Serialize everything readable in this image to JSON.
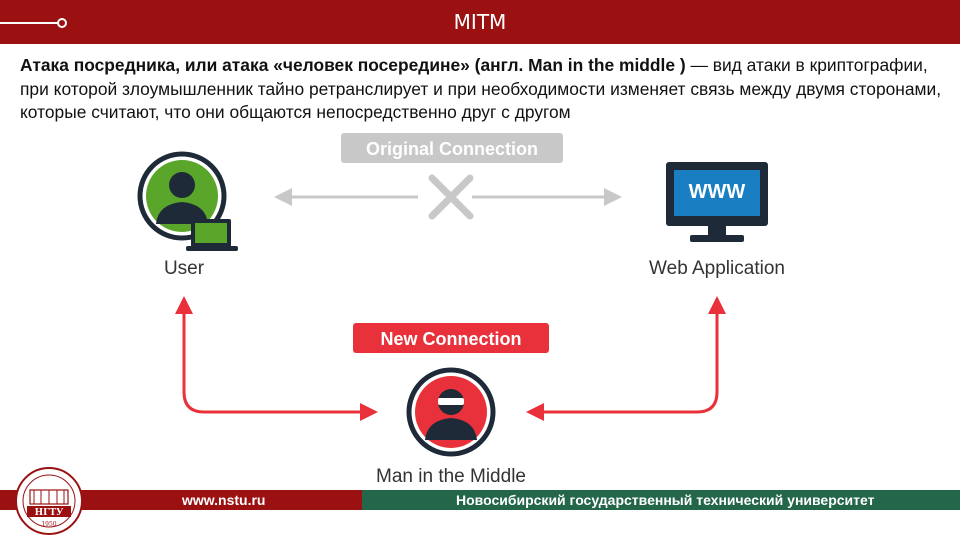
{
  "header": {
    "title": "MITM"
  },
  "intro": {
    "bold": "Атака посредника, или атака «человек посередине» (англ. Man in the middle )",
    "rest": " — вид атаки в криптографии, при которой злоумышленник тайно ретранслирует и при необходимости изменяет связь между двумя сторонами, которые считают, что они общаются непосредственно друг с другом"
  },
  "diagram": {
    "original_label": "Original Connection",
    "new_label": "New Connection",
    "user_label": "User",
    "web_label": "Web Application",
    "www_text": "WWW",
    "mitm_label": "Man in the Middle"
  },
  "footer": {
    "url": "www.nstu.ru",
    "university": "Новосибирский государственный технический университет",
    "logo_text": "НГТУ",
    "logo_year": "1950"
  },
  "colors": {
    "brand_red": "#9b1111",
    "brand_green": "#24664a",
    "connection_red": "#e8313a",
    "user_green": "#5aa62b",
    "screen_blue": "#1a7fc2",
    "gray": "#c8c8c8"
  }
}
